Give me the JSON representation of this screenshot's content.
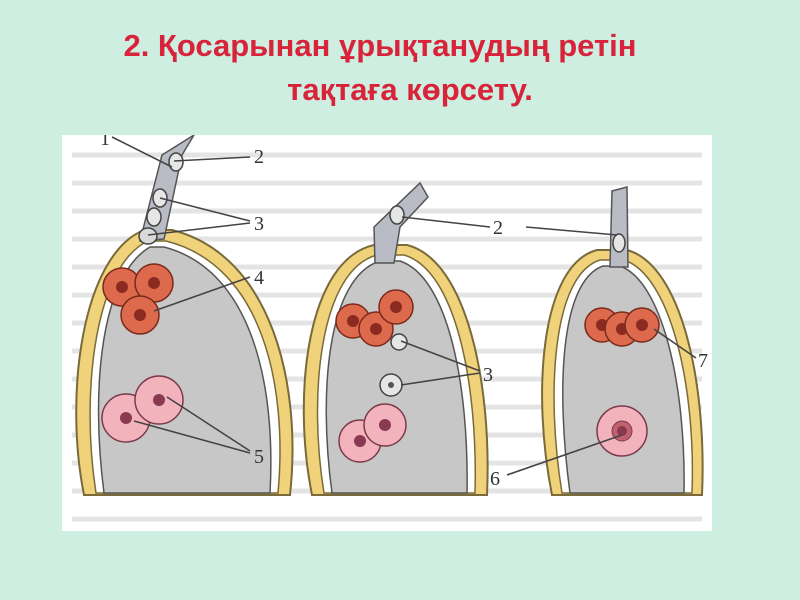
{
  "slide": {
    "title_line1": "2. Қосарынан ұрықтанудың ретін",
    "title_line2": "тақтаға көрсету."
  },
  "figure": {
    "labels": {
      "l1": "1",
      "l2": "2",
      "l3": "3",
      "l4": "4",
      "l5": "5",
      "l2b": "2",
      "l3b": "3",
      "l6": "6",
      "l7": "7"
    },
    "colors": {
      "integument": "#efd27a",
      "embryo_sac": "#c7c7c7",
      "egg_cells": "#de6a4e",
      "central_cells": "#f3b3bd",
      "pollen_tube": "#b9bcc5",
      "title": "#d8233a",
      "background": "#cdeee1"
    }
  }
}
